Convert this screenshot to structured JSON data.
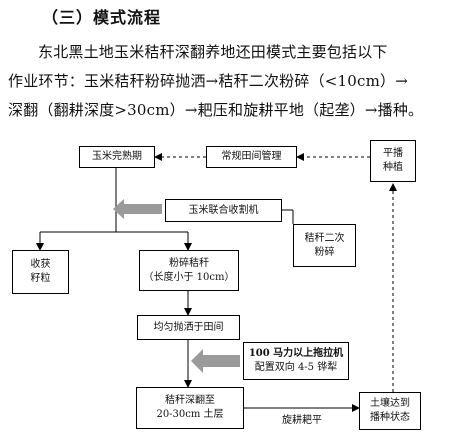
{
  "heading": "（三）模式流程",
  "paragraph": {
    "line1": "东北黑土地玉米秸秆深翻养地还田模式主要包括以下",
    "line2": "作业环节：玉米秸秆粉碎抛洒→秸秆二次粉碎（<10cm）→",
    "line3": "深翻（翻耕深度>30cm）→耙压和旋耕平地（起垄）→播种。"
  },
  "flowchart": {
    "corn_maturity": "玉米完熟期",
    "field_management": "常规田间管理",
    "sowing": {
      "line1": "平播",
      "line2": "种植"
    },
    "harvester": "玉米联合收割机",
    "secondary_crush": {
      "line1": "秸秆二次",
      "line2": "粉碎"
    },
    "harvest_grain": {
      "line1": "收获",
      "line2": "籽粒"
    },
    "crushed_straw": {
      "line1": "粉碎秸秆",
      "line2": "（长度小于 10cm）"
    },
    "spread": "均匀抛洒于田间",
    "tractor": {
      "line1": "100 马力以上拖拉机",
      "line2": "配置双向 4-5 铧犁"
    },
    "deep_plow": {
      "line1": "秸秆深翻至",
      "line2": "20-30cm 土层"
    },
    "soil_ready": {
      "line1": "土壤达到",
      "line2": "播种状态"
    },
    "harrow_label": "旋耕耙平"
  },
  "colors": {
    "gray_arrow": "#9a9a9a",
    "line": "#000000"
  }
}
